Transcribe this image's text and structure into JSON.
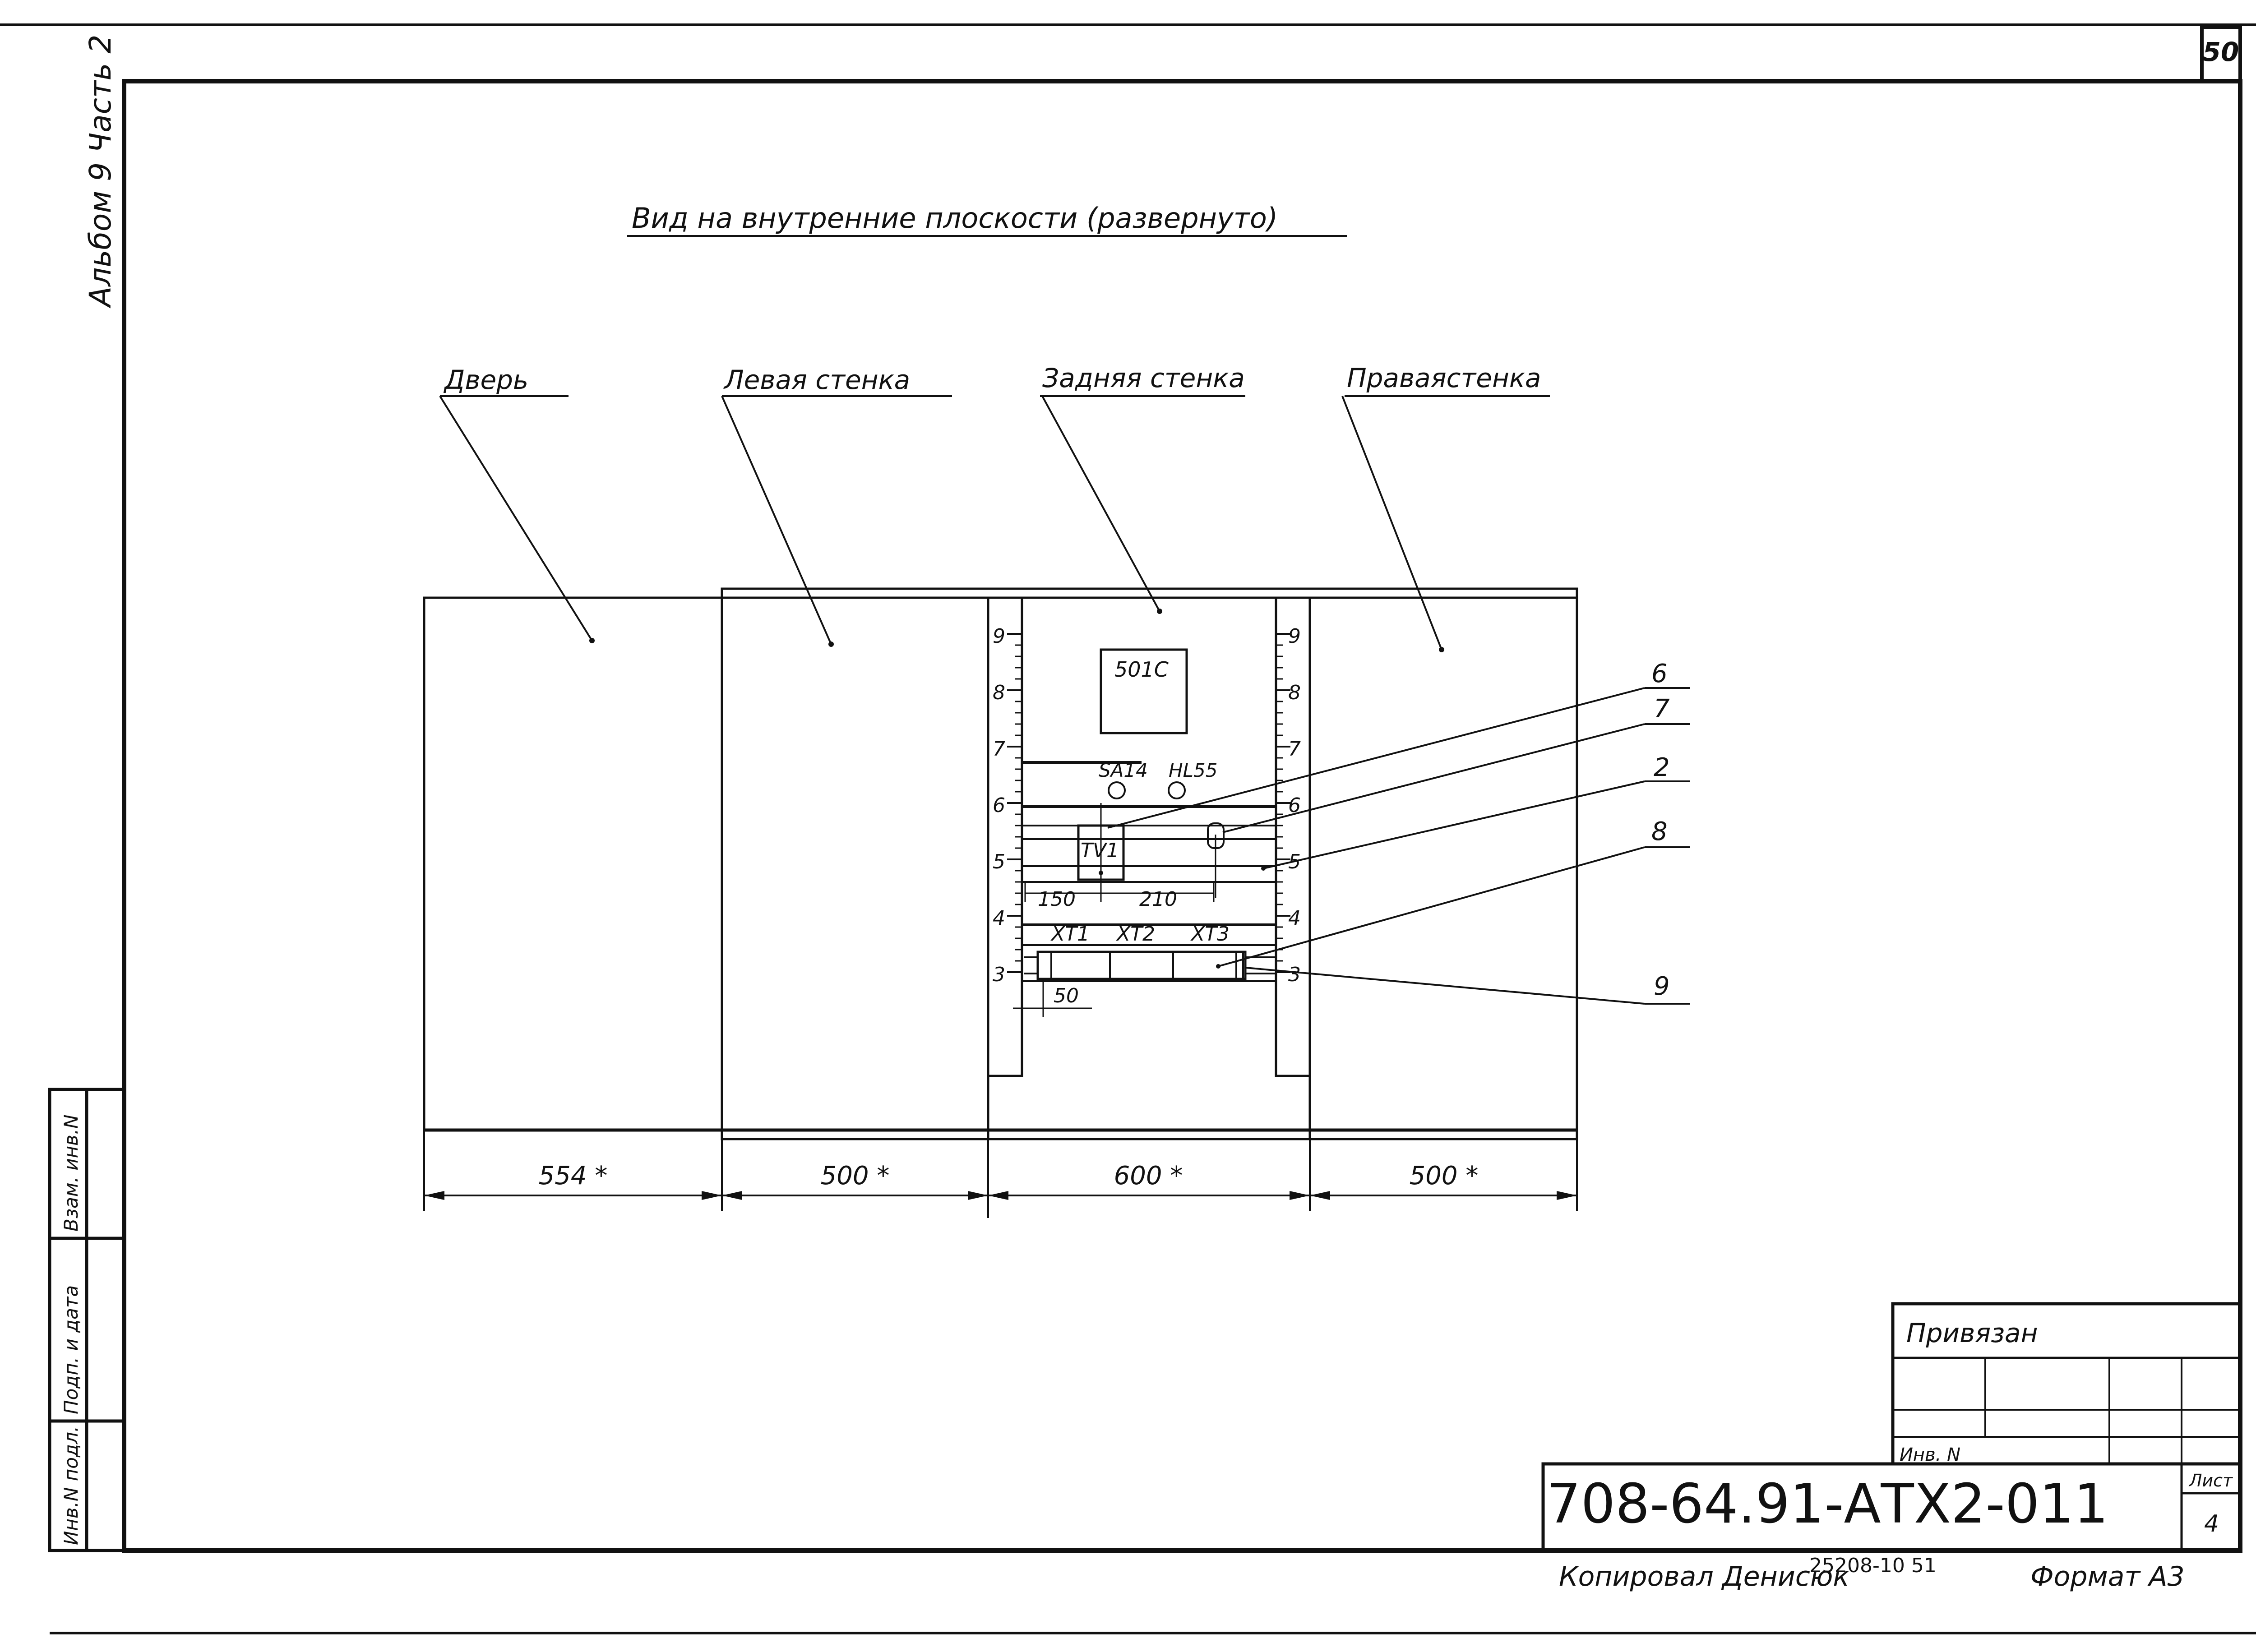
{
  "sheet": {
    "page_number": "50",
    "album_label": "Альбом 9 Часть 2"
  },
  "drawing": {
    "title": "Вид на внутренние плоскости (развернуто)",
    "panels": {
      "door": "Дверь",
      "left_wall": "Левая стенка",
      "back_wall": "Задняя стенка",
      "right_wall": "Праваястенка"
    },
    "components": {
      "device_501c": "501С",
      "switch": "SA14",
      "lamp": "HL55",
      "transformer": "TV1",
      "terminal_1": "XT1",
      "terminal_2": "XT2",
      "terminal_3": "XT3"
    },
    "scale_ticks": [
      "9",
      "8",
      "7",
      "6",
      "5",
      "4",
      "3"
    ],
    "callouts": [
      "6",
      "7",
      "2",
      "8",
      "9"
    ],
    "inner_dimensions": {
      "d150": "150",
      "d210": "210",
      "d50": "50"
    },
    "bottom_dimensions": [
      "554 *",
      "500 *",
      "600 *",
      "500 *"
    ]
  },
  "side_stamp": {
    "col1": "Инв.N подл.",
    "col2": "Подп. и дата",
    "col3": "Взам. инв.N"
  },
  "title_block": {
    "privyazan": "Привязан",
    "inv_label": "Инв. N",
    "document_code": "708-64.91-АТХ2-011",
    "sheet_label": "Лист",
    "sheet_number": "4"
  },
  "footer": {
    "copied_by": "Копировал Денисюк",
    "order_number": "25208-10 51",
    "format": "Формат А3"
  }
}
